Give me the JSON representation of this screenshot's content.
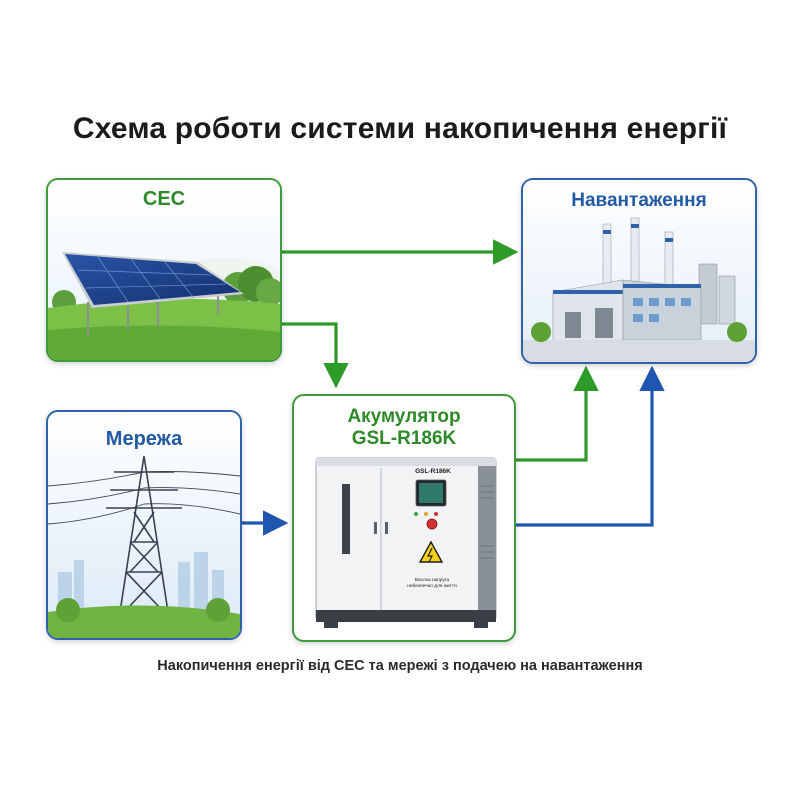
{
  "title": "Схема роботи системи накопичення енергії",
  "nodes": {
    "ses": {
      "label": "СЕС"
    },
    "grid": {
      "label": "Мережа"
    },
    "load": {
      "label": "Навантаження"
    },
    "battery": {
      "label_line1": "Акумулятор",
      "label_line2": "GSL-R186K",
      "cabinet_model": "GSL-R186K",
      "warning_text_line1": "Висока напруга",
      "warning_text_line2": "небезпечно для життя"
    }
  },
  "caption": "Накопичення енергії від СЕС та мережі з подачею на навантаження",
  "colors": {
    "green": "#3f9a3a",
    "blue": "#2f62a8",
    "green_arrow": "#2e9a28",
    "blue_arrow": "#1f57b0"
  }
}
